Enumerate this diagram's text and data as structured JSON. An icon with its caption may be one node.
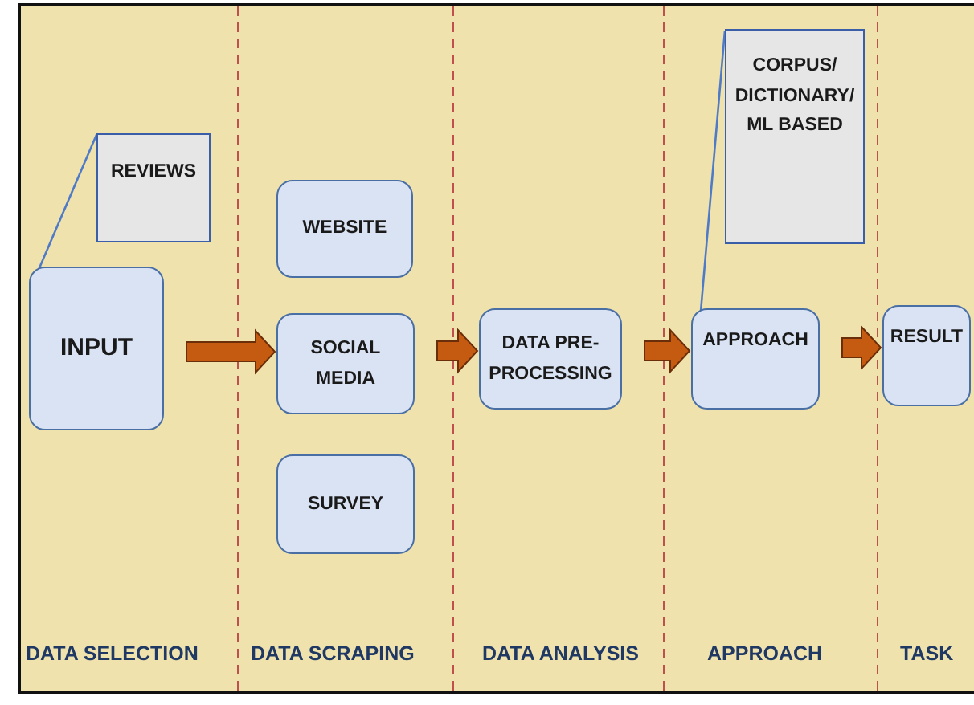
{
  "diagram": {
    "nodes": [
      {
        "text": [
          "REVIEWS"
        ]
      },
      {
        "text": [
          "INPUT"
        ]
      },
      {
        "text": [
          "WEBSITE"
        ]
      },
      {
        "text": [
          "SOCIAL MEDIA"
        ]
      },
      {
        "text": [
          "SURVEY"
        ]
      },
      {
        "text": [
          "DATA PRE-PROCESSING"
        ]
      },
      {
        "text": [
          "CORPUS/ DICTIONARY/ ML BASED"
        ]
      },
      {
        "text": [
          "APPROACH"
        ]
      },
      {
        "text": [
          "RESULT"
        ]
      }
    ],
    "edges": [
      {
        "from": 0,
        "to": 1,
        "arrow": "none"
      },
      {
        "from": 1,
        "to": 3,
        "arrow": "to",
        "style": "thick",
        "color": "#c55a11"
      },
      {
        "from": 3,
        "to": 5,
        "arrow": "to",
        "style": "thick",
        "color": "#c55a11"
      },
      {
        "from": 5,
        "to": 7,
        "arrow": "to",
        "style": "thick",
        "color": "#c55a11"
      },
      {
        "from": 6,
        "to": 7,
        "arrow": "none"
      },
      {
        "from": 7,
        "to": 8,
        "arrow": "to",
        "style": "thick",
        "color": "#c55a11"
      }
    ],
    "labels": [
      "DATA SELECTION",
      "DATA SCRAPING",
      "DATA ANALYSIS",
      "APPROACH",
      "TASK"
    ]
  }
}
